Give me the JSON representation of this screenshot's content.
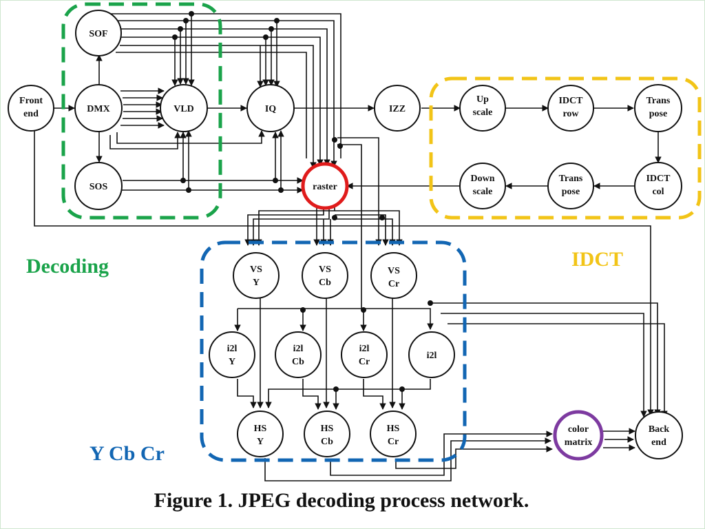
{
  "nodes": {
    "sof": [
      "SOF"
    ],
    "front_end": [
      "Front",
      "end"
    ],
    "dmx": [
      "DMX"
    ],
    "vld": [
      "VLD"
    ],
    "iq": [
      "IQ"
    ],
    "izz": [
      "IZZ"
    ],
    "sos": [
      "SOS"
    ],
    "raster": [
      "raster"
    ],
    "up_scale": [
      "Up",
      "scale"
    ],
    "idct_row": [
      "IDCT",
      "row"
    ],
    "transpose_top": [
      "Trans",
      "pose"
    ],
    "idct_col": [
      "IDCT",
      "col"
    ],
    "transpose_bottom": [
      "Trans",
      "pose"
    ],
    "down_scale": [
      "Down",
      "scale"
    ],
    "vs_y": [
      "VS",
      "Y"
    ],
    "vs_cb": [
      "VS",
      "Cb"
    ],
    "vs_cr": [
      "VS",
      "Cr"
    ],
    "i2l_y": [
      "i2l",
      "Y"
    ],
    "i2l_cb": [
      "i2l",
      "Cb"
    ],
    "i2l_cr": [
      "i2l",
      "Cr"
    ],
    "i2l": [
      "i2l"
    ],
    "hs_y": [
      "HS",
      "Y"
    ],
    "hs_cb": [
      "HS",
      "Cb"
    ],
    "hs_cr": [
      "HS",
      "Cr"
    ],
    "color_matrix": [
      "color",
      "matrix"
    ],
    "back_end": [
      "Back",
      "end"
    ]
  },
  "groups": {
    "decoding": {
      "label": "Decoding",
      "color": "#1aa34a"
    },
    "idct": {
      "label": "IDCT",
      "color": "#f2c417"
    },
    "ycbcr": {
      "label": "Y Cb Cr",
      "color": "#1266b3"
    }
  },
  "highlights": {
    "raster_ring": "#e01b1b",
    "color_matrix_ring": "#7d3aa0"
  },
  "caption": "Figure 1. JPEG decoding process network."
}
